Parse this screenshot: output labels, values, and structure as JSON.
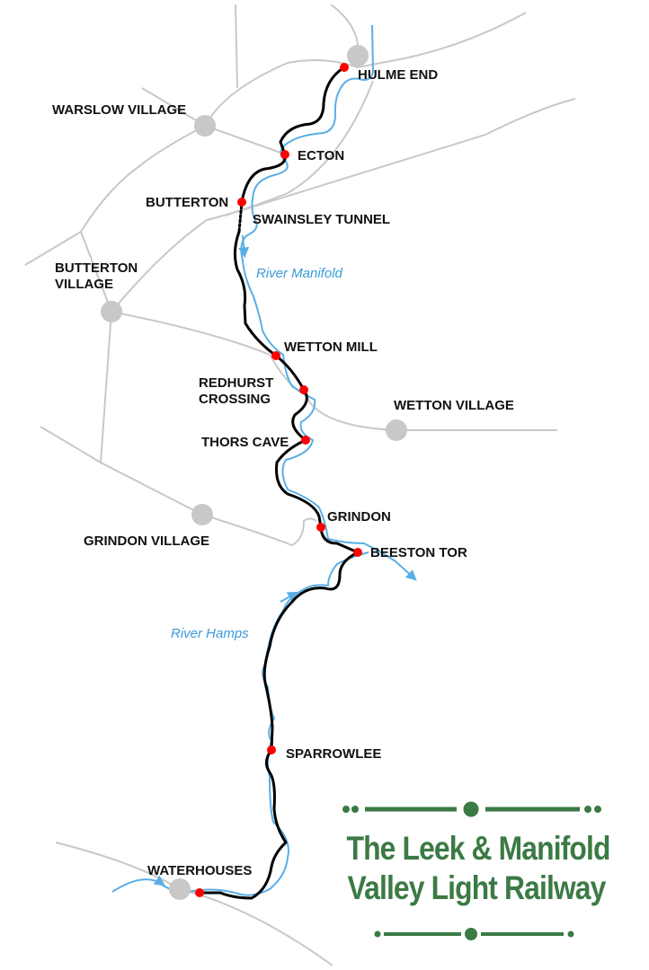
{
  "title": {
    "line1": "The Leek & Manifold",
    "line2": "Valley Light Railway"
  },
  "stations": [
    {
      "name": "HULME END"
    },
    {
      "name": "ECTON"
    },
    {
      "name": "BUTTERTON"
    },
    {
      "name": "SWAINSLEY TUNNEL"
    },
    {
      "name": "WETTON MILL"
    },
    {
      "name": "REDHURST",
      "name2": "CROSSING"
    },
    {
      "name": "THORS CAVE"
    },
    {
      "name": "GRINDON"
    },
    {
      "name": "BEESTON TOR"
    },
    {
      "name": "SPARROWLEE"
    },
    {
      "name": "WATERHOUSES"
    }
  ],
  "villages": [
    {
      "name": "WARSLOW VILLAGE"
    },
    {
      "name": "BUTTERTON",
      "name2": "VILLAGE"
    },
    {
      "name": "WETTON VILLAGE"
    },
    {
      "name": "GRINDON VILLAGE"
    }
  ],
  "rivers": [
    {
      "name": "River Manifold"
    },
    {
      "name": "River Hamps"
    }
  ],
  "colors": {
    "railway": "#000000",
    "station": "#ff0000",
    "river": "#5aaee6",
    "road": "#c8c8c8",
    "village": "#c8c8c8",
    "logo": "#3b7a44"
  }
}
